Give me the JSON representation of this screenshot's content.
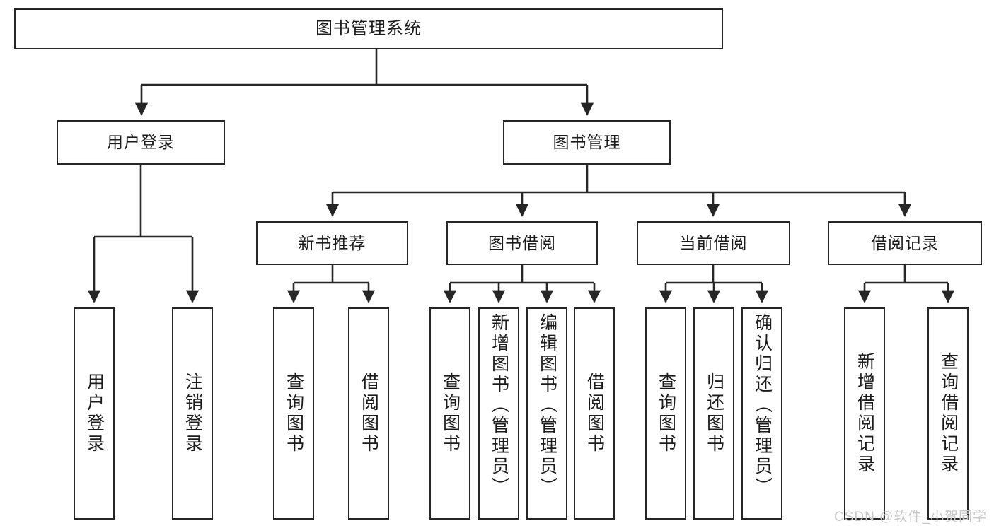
{
  "diagram": {
    "title": "图书管理系统",
    "type": "tree",
    "root": {
      "id": "root",
      "label": "图书管理系统"
    },
    "level2": [
      {
        "id": "user-login",
        "label": "用户登录"
      },
      {
        "id": "book-manage",
        "label": "图书管理"
      }
    ],
    "level3": [
      {
        "id": "new-book-rec",
        "label": "新书推荐"
      },
      {
        "id": "book-borrow",
        "label": "图书借阅"
      },
      {
        "id": "current-borrow",
        "label": "当前借阅"
      },
      {
        "id": "borrow-record",
        "label": "借阅记录"
      }
    ],
    "leaves": [
      {
        "id": "leaf-user-login",
        "label": "用户登录",
        "parent": "user-login"
      },
      {
        "id": "leaf-user-logout",
        "label": "注销登录",
        "parent": "user-login"
      },
      {
        "id": "leaf-query-book-1",
        "label": "查询图书",
        "parent": "new-book-rec"
      },
      {
        "id": "leaf-borrow-book-1",
        "label": "借阅图书",
        "parent": "new-book-rec"
      },
      {
        "id": "leaf-query-book-2",
        "label": "查询图书",
        "parent": "book-borrow"
      },
      {
        "id": "leaf-add-book",
        "label": "新增图书（管理员）",
        "parent": "book-borrow"
      },
      {
        "id": "leaf-edit-book",
        "label": "编辑图书（管理员）",
        "parent": "book-borrow"
      },
      {
        "id": "leaf-borrow-book-2",
        "label": "借阅图书",
        "parent": "book-borrow"
      },
      {
        "id": "leaf-query-book-3",
        "label": "查询图书",
        "parent": "current-borrow"
      },
      {
        "id": "leaf-return-book",
        "label": "归还图书",
        "parent": "current-borrow"
      },
      {
        "id": "leaf-confirm-return",
        "label": "确认归还（管理员）",
        "parent": "current-borrow"
      },
      {
        "id": "leaf-add-record",
        "label": "新增借阅记录",
        "parent": "borrow-record"
      },
      {
        "id": "leaf-query-record",
        "label": "查询借阅记录",
        "parent": "borrow-record"
      }
    ]
  },
  "watermark": {
    "text": "CSDN @软件_小贺同学"
  },
  "colors": {
    "stroke": "#262626",
    "box_fill": "#ffffff",
    "text": "#1b1b1b",
    "watermark": "#c9c9c9",
    "background": "#ffffff"
  }
}
